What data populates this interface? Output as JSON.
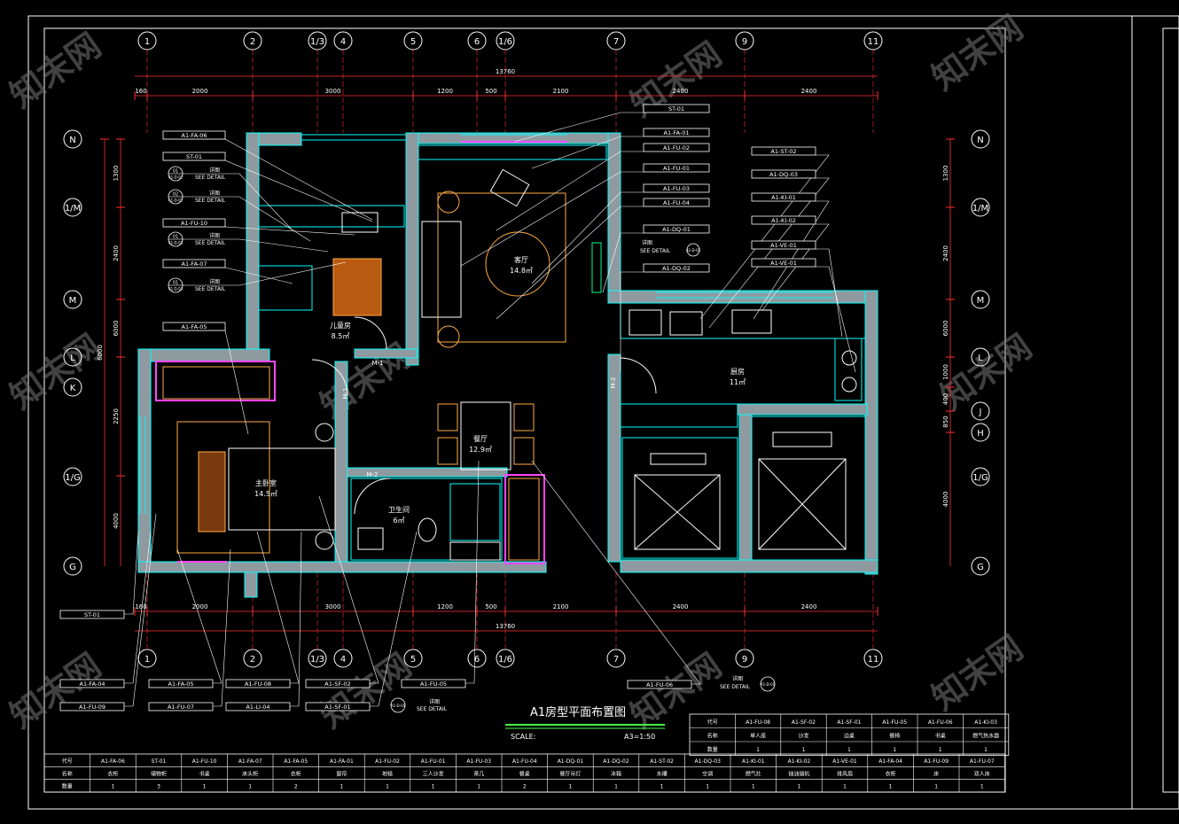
{
  "drawing": {
    "title": "A1房型平面布置图",
    "scale_label": "SCALE:",
    "scale_value": "A3=1:50",
    "watermark": "知末网"
  },
  "grid_axes": {
    "columns": [
      "1",
      "2",
      "1/3",
      "4",
      "5",
      "6",
      "1/6",
      "7",
      "9",
      "11"
    ],
    "rows": [
      "N",
      "1/M",
      "M",
      "L",
      "K",
      "J",
      "H",
      "1/G",
      "G"
    ]
  },
  "dimensions": {
    "overall": "13760",
    "top": [
      "160",
      "2000",
      "3000",
      "1200",
      "500",
      "2100",
      "2400",
      "2400"
    ],
    "bottom": [
      "160",
      "2000",
      "3000",
      "1200",
      "500",
      "2100",
      "2400",
      "2400"
    ],
    "left": [
      "1300",
      "2400",
      "6000",
      "2250",
      "4000"
    ],
    "left_overall": "6000",
    "right": [
      "1300",
      "2400",
      "6000",
      "1000",
      "400",
      "850",
      "4000"
    ]
  },
  "rooms": [
    {
      "name": "儿童房",
      "area": "8.5㎡"
    },
    {
      "name": "客厅",
      "area": "14.8㎡"
    },
    {
      "name": "厨房",
      "area": "11㎡"
    },
    {
      "name": "主卧室",
      "area": "14.5㎡"
    },
    {
      "name": "餐厅",
      "area": "12.9㎡"
    },
    {
      "name": "卫生间",
      "area": "6㎡"
    }
  ],
  "doors": [
    "M-1",
    "M-1",
    "M-2",
    "M-2"
  ],
  "tags_left": [
    "A1-FA-06",
    "ST-01",
    "A1-FU-10",
    "A1-FA-07",
    "A1-FA-05"
  ],
  "detail_refs": [
    {
      "num": "01",
      "sheet": "A1-D-02",
      "label1": "详图",
      "label2": "SEE DETAIL"
    },
    {
      "num": "02",
      "sheet": "A1-D-02",
      "label1": "详图",
      "label2": "SEE DETAIL"
    },
    {
      "num": "01",
      "sheet": "A1-D-03",
      "label1": "详图",
      "label2": "SEE DETAIL"
    },
    {
      "num": "01",
      "sheet": "A1-D-03",
      "label1": "详图",
      "label2": "SEE DETAIL"
    }
  ],
  "tags_mid": [
    "ST-01",
    "A1-FA-01",
    "A1-FU-02",
    "A1-FU-01",
    "A1-FU-03",
    "A1-FU-04",
    "A1-DQ-01",
    "A1-DQ-02"
  ],
  "tags_mid_detail": {
    "label1": "详图",
    "label2": "SEE DETAIL",
    "sheet": "A1-D-02"
  },
  "tags_right": [
    "A1-ST-02",
    "A1-DQ-03",
    "A1-KI-01",
    "A1-KI-02",
    "A1-VE-01",
    "A1-VE-01"
  ],
  "tags_bottom": [
    "ST-01",
    "A1-FA-04",
    "A1-FA-05",
    "A1-FU-08",
    "A1-SF-02",
    "A1-FU-05",
    "A1-FU-09",
    "A1-FU-07",
    "A1-LI-04",
    "A1-SF-01",
    "A1-FU-06"
  ],
  "bottom_detail": {
    "label1": "详图",
    "label2": "SEE DETAIL",
    "sheet": "A1-D-01"
  },
  "schedule_right": {
    "headers": [
      "代号",
      "A1-FU-08",
      "A1-SF-02",
      "A1-SF-01",
      "A1-FU-05",
      "A1-FU-06",
      "A1-KI-03"
    ],
    "names": [
      "名称",
      "单人座",
      "沙发",
      "边桌",
      "餐椅",
      "书桌",
      "燃气热水器"
    ],
    "qty": [
      "数量",
      "1",
      "1",
      "1",
      "1",
      "1",
      "1"
    ]
  },
  "schedule_bottom": {
    "codes": [
      "代号",
      "A1-FA-06",
      "ST-01",
      "A1-FU-10",
      "A1-FA-07",
      "A1-FA-05",
      "A1-FA-01",
      "A1-FU-02",
      "A1-FU-01",
      "A1-FU-03",
      "A1-FU-04",
      "A1-DQ-01",
      "A1-DQ-02",
      "A1-ST-02",
      "A1-DQ-03",
      "A1-KI-01",
      "A1-KI-02",
      "A1-VE-01",
      "A1-FA-04",
      "A1-FU-09",
      "A1-FU-07"
    ],
    "names": [
      "名称",
      "衣柜",
      "储物柜",
      "书桌",
      "床头柜",
      "衣柜",
      "窗帘",
      "地毯",
      "三人沙发",
      "茶几",
      "餐桌",
      "餐厅吊灯",
      "冰箱",
      "水槽",
      "空调",
      "燃气灶",
      "抽油烟机",
      "排风扇",
      "衣柜",
      "床",
      "双人床"
    ],
    "qty": [
      "数量",
      "1",
      "3",
      "1",
      "1",
      "2",
      "1",
      "1",
      "1",
      "1",
      "2",
      "1",
      "1",
      "1",
      "1",
      "1",
      "1",
      "1",
      "1",
      "1",
      "1"
    ]
  },
  "colors": {
    "background": "#000000",
    "frame": "#ffffff",
    "wall_fill": "#8f9aa0",
    "wall_outline": "#00ffff",
    "dimension": "#ff3030",
    "grid_bubble": "#ffff66",
    "tag_box": "#ffffff",
    "leader": "#ffffff",
    "furniture": "#ffaa44",
    "magenta": "#ff44ff",
    "text": "#ffffff",
    "room_label": "#ffffff",
    "title_green": "#44ff44",
    "watermark": "#777777"
  }
}
